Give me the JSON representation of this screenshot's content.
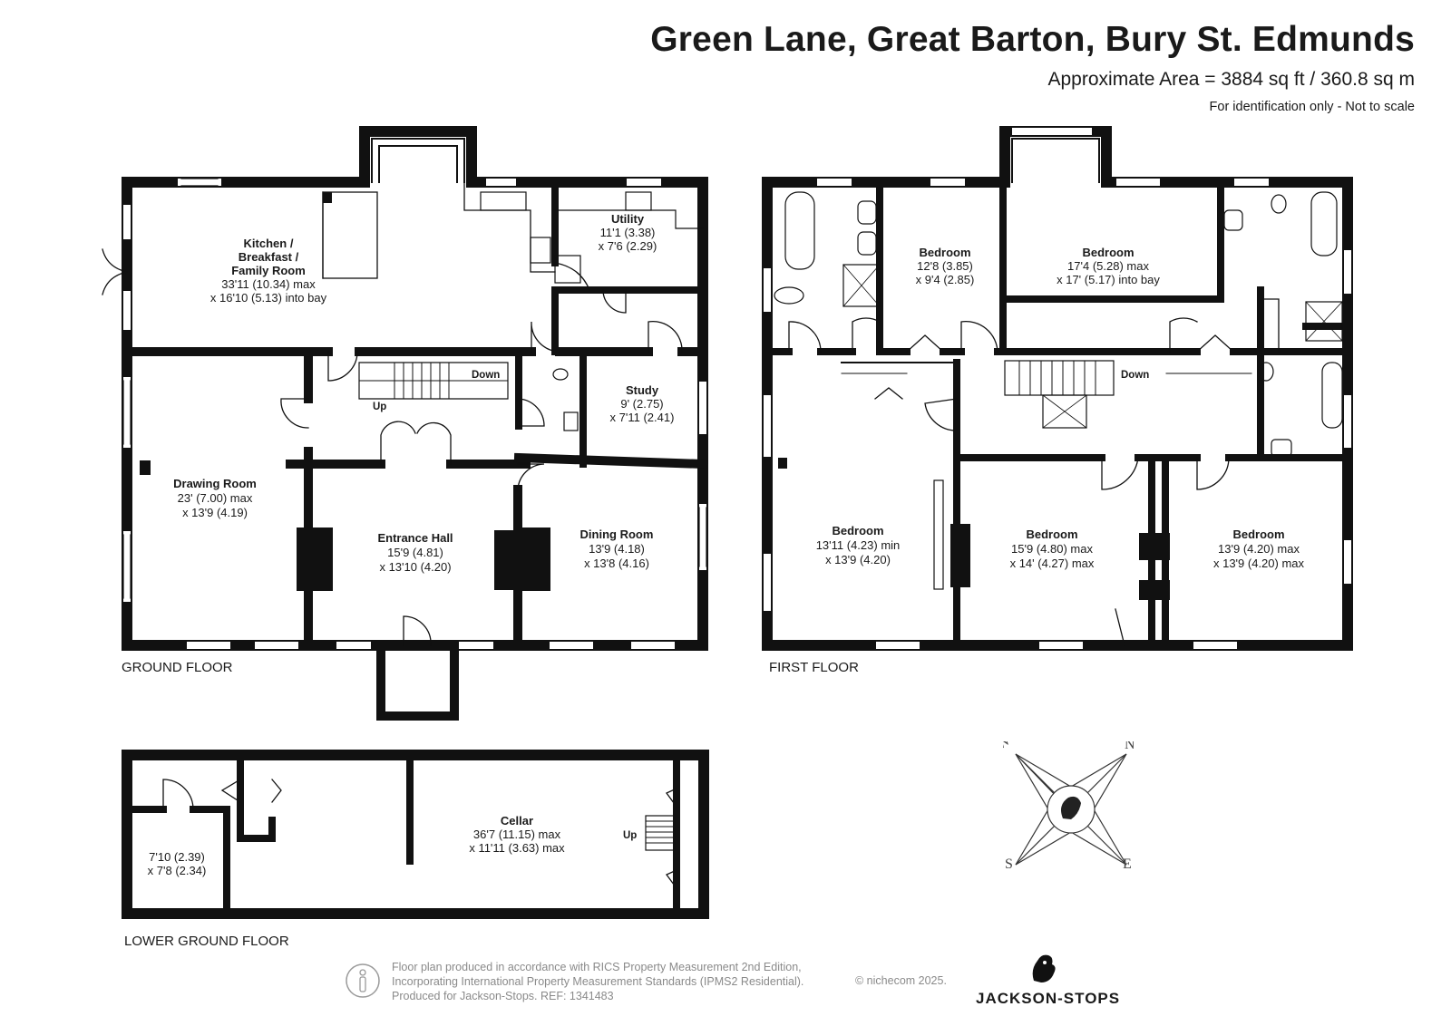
{
  "header": {
    "title": "Green Lane, Great Barton, Bury St. Edmunds",
    "area": "Approximate Area = 3884 sq ft / 360.8 sq m",
    "note": "For identification only - Not to scale"
  },
  "floors": {
    "ground": "GROUND FLOOR",
    "first": "FIRST FLOOR",
    "lower": "LOWER GROUND FLOOR"
  },
  "rooms": {
    "kitchen": {
      "name_l1": "Kitchen /",
      "name_l2": "Breakfast /",
      "name_l3": "Family Room",
      "dim1": "33'11 (10.34) max",
      "dim2": "x 16'10 (5.13) into bay"
    },
    "utility": {
      "name": "Utility",
      "dim1": "11'1 (3.38)",
      "dim2": "x 7'6 (2.29)"
    },
    "study": {
      "name": "Study",
      "dim1": "9' (2.75)",
      "dim2": "x 7'11 (2.41)"
    },
    "drawing": {
      "name": "Drawing Room",
      "dim1": "23' (7.00) max",
      "dim2": "x 13'9 (4.19)"
    },
    "entrance": {
      "name": "Entrance Hall",
      "dim1": "15'9 (4.81)",
      "dim2": "x 13'10 (4.20)"
    },
    "dining": {
      "name": "Dining Room",
      "dim1": "13'9 (4.18)",
      "dim2": "x 13'8 (4.16)"
    },
    "bed1": {
      "name": "Bedroom",
      "dim1": "12'8 (3.85)",
      "dim2": "x 9'4 (2.85)"
    },
    "bed2": {
      "name": "Bedroom",
      "dim1": "17'4 (5.28) max",
      "dim2": "x 17' (5.17) into bay"
    },
    "bed3": {
      "name": "Bedroom",
      "dim1": "13'11 (4.23) min",
      "dim2": "x 13'9 (4.20)"
    },
    "bed4": {
      "name": "Bedroom",
      "dim1": "15'9 (4.80) max",
      "dim2": "x 14' (4.27) max"
    },
    "bed5": {
      "name": "Bedroom",
      "dim1": "13'9 (4.20) max",
      "dim2": "x 13'9 (4.20) max"
    },
    "cellar": {
      "name": "Cellar",
      "dim1": "36'7 (11.15) max",
      "dim2": "x 11'11 (3.63) max"
    },
    "store": {
      "dim1": "7'10 (2.39)",
      "dim2": "x 7'8 (2.34)"
    }
  },
  "stairs": {
    "up": "Up",
    "down": "Down"
  },
  "compass": {
    "n": "N",
    "e": "E",
    "s": "S",
    "w": "W"
  },
  "footer": {
    "line1": "Floor plan produced in accordance with RICS Property Measurement 2nd Edition,",
    "line2": "Incorporating International Property Measurement Standards (IPMS2 Residential).",
    "line3": "Produced for Jackson-Stops.   REF:  1341483",
    "copyright": "© nichecom 2025.",
    "brand": "JACKSON-STOPS"
  }
}
